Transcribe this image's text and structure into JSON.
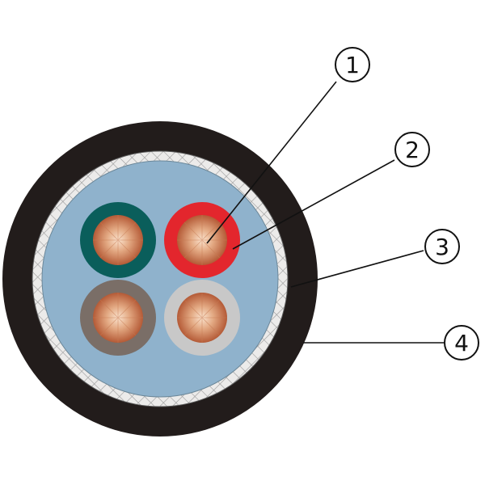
{
  "callouts": [
    {
      "label": "1"
    },
    {
      "label": "2"
    },
    {
      "label": "3"
    },
    {
      "label": "4"
    }
  ],
  "colors": {
    "outer_sheath": "#221c1b",
    "shield_band": "#ecebea",
    "shield_mesh": "#9a9a9a",
    "filler": "#8fb2cc",
    "conductor_light": "#fbe4cf",
    "conductor_mid": "#e0a27d",
    "conductor_dark": "#b8603a",
    "core_insulations": [
      "#0a5e5b",
      "#e3262d",
      "#7a6e67",
      "#c8c8c8"
    ]
  }
}
